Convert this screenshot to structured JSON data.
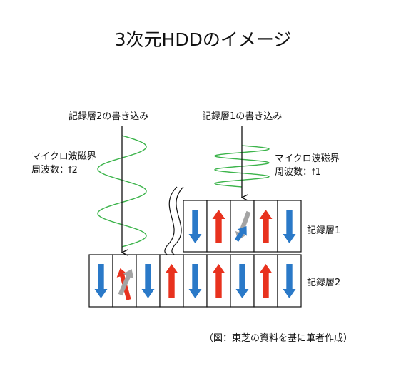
{
  "title": "3次元HDDのイメージ",
  "writes": {
    "layer2": "記録層2の書き込み",
    "layer1": "記録層1の書き込み"
  },
  "microwave": {
    "layer2": {
      "line1": "マイクロ波磁界",
      "line2": "周波数：f2"
    },
    "layer1": {
      "line1": "マイクロ波磁界",
      "line2": "周波数：f1"
    }
  },
  "layers": {
    "layer1": {
      "label": "記録層1",
      "cells": [
        "down",
        "up",
        "switch",
        "up",
        "down"
      ]
    },
    "layer2": {
      "label": "記録層2",
      "cells": [
        "down",
        "switch",
        "down",
        "up",
        "down",
        "up",
        "down",
        "up",
        "down"
      ]
    }
  },
  "caption": "（図：東芝の資料を基に筆者作成）",
  "colors": {
    "up": "#e8321e",
    "down": "#2a79c8",
    "switch_gray": "#a4a4a4",
    "wave": "#3cb44b",
    "outline": "#111111"
  }
}
